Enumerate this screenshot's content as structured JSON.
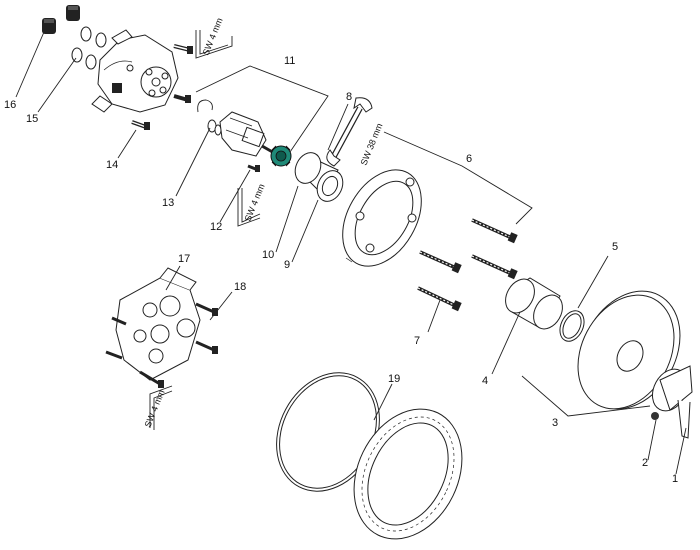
{
  "diagram": {
    "accent_color": "#1f8a78",
    "callouts": [
      "1",
      "2",
      "3",
      "4",
      "5",
      "6",
      "7",
      "8",
      "9",
      "10",
      "11",
      "12",
      "13",
      "14",
      "15",
      "16",
      "17",
      "18",
      "19"
    ],
    "wrench_labels": {
      "sw4_top": "SW 4 mm",
      "sw38": "SW 38 mm",
      "sw4_mid": "SW 4 mm",
      "sw4_bottom": "SW 4 mm"
    }
  }
}
